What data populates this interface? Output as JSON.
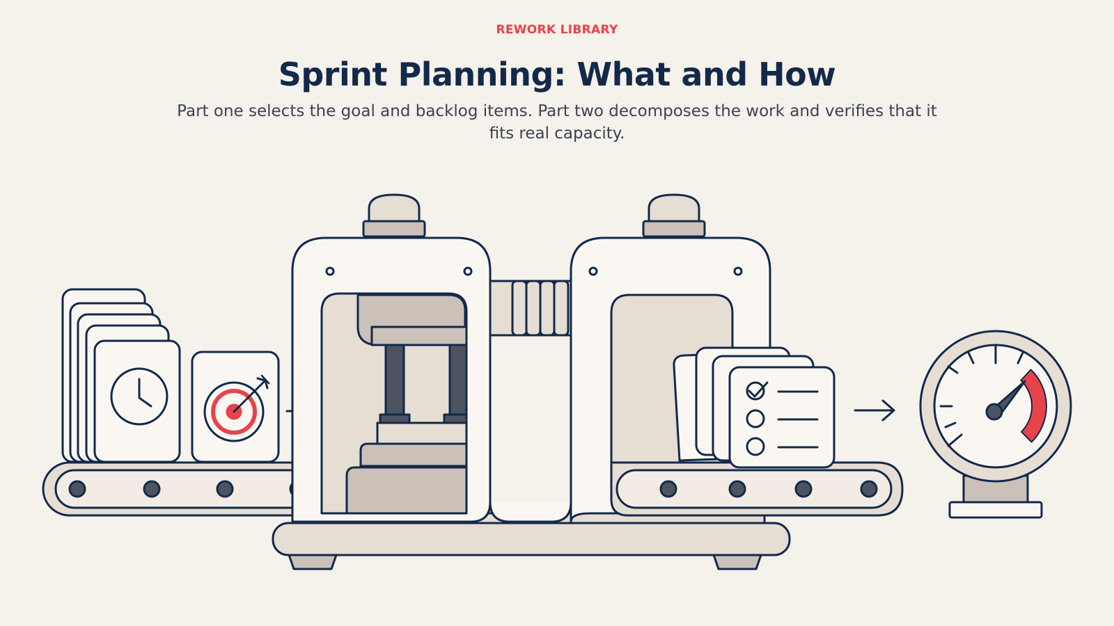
{
  "header": {
    "eyebrow": "REWORK LIBRARY",
    "title": "Sprint Planning: What and How",
    "subtitle": "Part one selects the goal and backlog items. Part two decomposes the work and verifies that it fits real capacity."
  },
  "colors": {
    "background": "#f5f1eb",
    "accent": "#e8424a",
    "ink": "#13294a",
    "text": "#3b4250",
    "fill_light": "#faf7f3",
    "fill_mid": "#e6ddd3",
    "fill_dark": "#cbc1b8",
    "steel": "#4c5462"
  },
  "icons": {
    "backlog": "clock-icon",
    "goal": "target-icon",
    "tasks": "checklist-icon",
    "capacity": "gauge-icon"
  }
}
